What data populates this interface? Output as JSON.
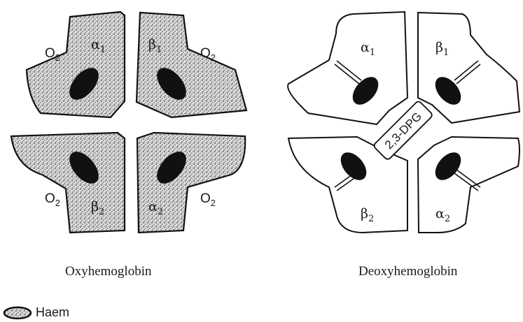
{
  "oxy": {
    "caption": "Oxyhemoglobin",
    "o2": "O",
    "o2_sub": "2",
    "subunits": [
      {
        "greek": "α",
        "num": "1"
      },
      {
        "greek": "β",
        "num": "1"
      },
      {
        "greek": "β",
        "num": "2"
      },
      {
        "greek": "α",
        "num": "2"
      }
    ]
  },
  "deoxy": {
    "caption": "Deoxyhemoglobin",
    "dpg_label": "2,3-DPG",
    "subunits": [
      {
        "greek": "α",
        "num": "1"
      },
      {
        "greek": "β",
        "num": "1"
      },
      {
        "greek": "β",
        "num": "2"
      },
      {
        "greek": "α",
        "num": "2"
      }
    ]
  },
  "legend": {
    "label": "Haem",
    "icon": "haem-icon"
  }
}
